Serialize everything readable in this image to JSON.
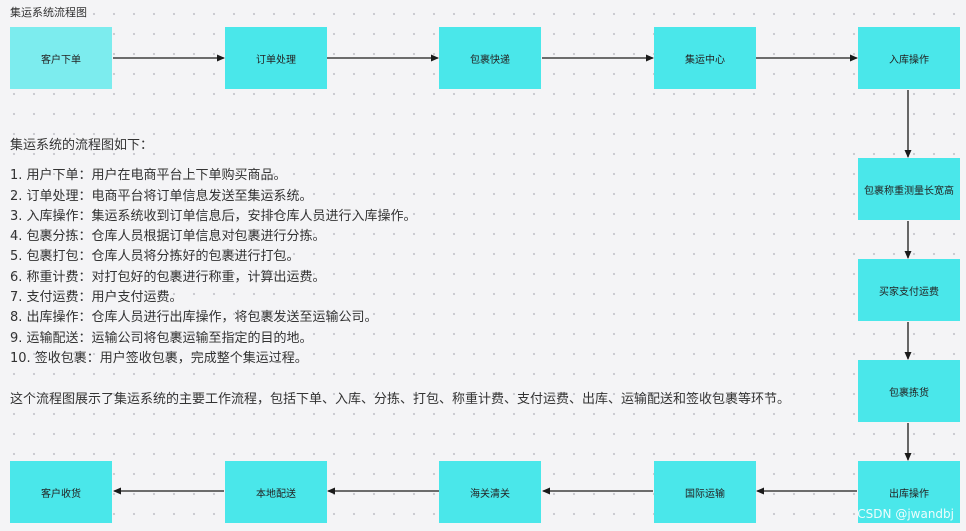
{
  "diagram": {
    "title": "集运系统流程图",
    "nodes": [
      "客户下单",
      "订单处理",
      "包裹快递",
      "集运中心",
      "入库操作",
      "包裹称重测量长宽高",
      "买家支付运费",
      "包裹拣货",
      "出库操作",
      "国际运输",
      "海关清关",
      "本地配送",
      "客户收货"
    ]
  },
  "description": {
    "heading": "集运系统的流程图如下：",
    "steps": [
      "1. 用户下单：用户在电商平台上下单购买商品。",
      "2. 订单处理：电商平台将订单信息发送至集运系统。",
      "3. 入库操作：集运系统收到订单信息后，安排仓库人员进行入库操作。",
      "4. 包裹分拣：仓库人员根据订单信息对包裹进行分拣。",
      "5. 包裹打包：仓库人员将分拣好的包裹进行打包。",
      "6. 称重计费：对打包好的包裹进行称重，计算出运费。",
      "7. 支付运费：用户支付运费。",
      "8. 出库操作：仓库人员进行出库操作，将包裹发送至运输公司。",
      "9. 运输配送：运输公司将包裹运输至指定的目的地。",
      "10. 签收包裹：用户签收包裹，完成整个集运过程。"
    ],
    "summary": "这个流程图展示了集运系统的主要工作流程，包括下单、入库、分拣、打包、称重计费、支付运费、出库、运输配送和签收包裹等环节。"
  },
  "watermark": "CSDN @jwandbj",
  "colors": {
    "node_fill": "#4ae7ea",
    "start_fill": "#7cecee",
    "arrow": "#1a1a1a"
  }
}
